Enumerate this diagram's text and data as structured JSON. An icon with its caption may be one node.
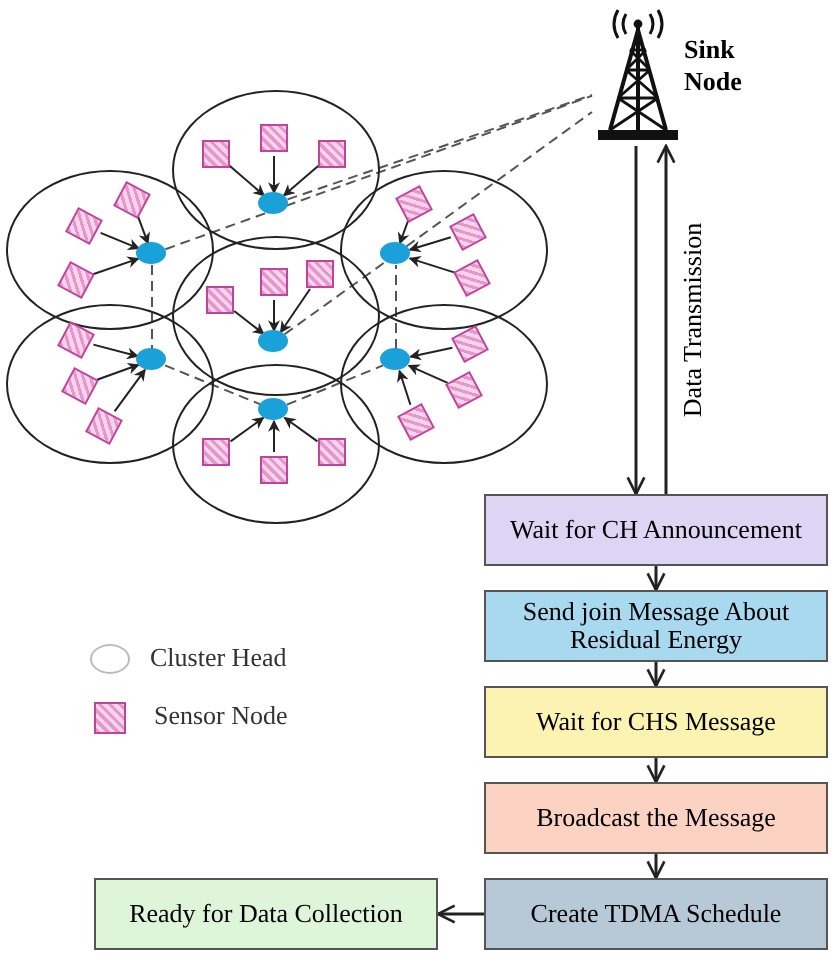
{
  "diagram": {
    "nodes": [
      {
        "text": [],
        "shape": "circle"
      },
      {
        "text": [],
        "shape": "circle",
        "in": 0
      },
      {
        "text": [],
        "shape": "box",
        "in": 0
      },
      {
        "text": [],
        "shape": "box",
        "in": 0
      },
      {
        "text": [],
        "shape": "box",
        "in": 0
      },
      {
        "text": [],
        "shape": "circle"
      },
      {
        "text": [],
        "shape": "circle",
        "in": 5
      },
      {
        "text": [],
        "shape": "box",
        "in": 5
      },
      {
        "text": [],
        "shape": "box",
        "in": 5
      },
      {
        "text": [],
        "shape": "box",
        "in": 5
      },
      {
        "text": [],
        "shape": "circle"
      },
      {
        "text": [],
        "shape": "circle",
        "in": 10
      },
      {
        "text": [],
        "shape": "box",
        "in": 10
      },
      {
        "text": [],
        "shape": "box",
        "in": 10
      },
      {
        "text": [],
        "shape": "box",
        "in": 10
      },
      {
        "text": [],
        "shape": "circle"
      },
      {
        "text": [],
        "shape": "circle",
        "in": 15
      },
      {
        "text": [],
        "shape": "box",
        "in": 15
      },
      {
        "text": [],
        "shape": "box",
        "in": 15
      },
      {
        "text": [],
        "shape": "box",
        "in": 15
      },
      {
        "text": [],
        "shape": "circle"
      },
      {
        "text": [],
        "shape": "circle",
        "in": 20
      },
      {
        "text": [],
        "shape": "box",
        "in": 20
      },
      {
        "text": [],
        "shape": "box",
        "in": 20
      },
      {
        "text": [],
        "shape": "box",
        "in": 20
      },
      {
        "text": [],
        "shape": "circle"
      },
      {
        "text": [],
        "shape": "circle",
        "in": 25
      },
      {
        "text": [],
        "shape": "box",
        "in": 25
      },
      {
        "text": [],
        "shape": "box",
        "in": 25
      },
      {
        "text": [],
        "shape": "box",
        "in": 25
      },
      {
        "text": [],
        "shape": "circle"
      },
      {
        "text": [],
        "shape": "circle",
        "in": 30
      },
      {
        "text": [],
        "shape": "box",
        "in": 30
      },
      {
        "text": [],
        "shape": "box",
        "in": 30
      },
      {
        "text": [],
        "shape": "box",
        "in": 30
      },
      {
        "text": [
          "Sink Node"
        ]
      },
      {
        "text": [
          "Wait for CH Announcement"
        ]
      },
      {
        "text": [
          "Send join Message About Residual Energy"
        ]
      },
      {
        "text": [
          "Wait for CHS Message"
        ]
      },
      {
        "text": [
          "Broadcast the Message"
        ]
      },
      {
        "text": [
          "Create TDMA Schedule"
        ]
      },
      {
        "text": [
          "Ready for Data Collection"
        ]
      }
    ],
    "edges": [
      {
        "from": 2,
        "to": 1,
        "arrow": "to"
      },
      {
        "from": 3,
        "to": 1,
        "arrow": "to"
      },
      {
        "from": 4,
        "to": 1,
        "arrow": "to"
      },
      {
        "from": 7,
        "to": 6,
        "arrow": "to"
      },
      {
        "from": 8,
        "to": 6,
        "arrow": "to"
      },
      {
        "from": 9,
        "to": 6,
        "arrow": "to"
      },
      {
        "from": 12,
        "to": 11,
        "arrow": "to"
      },
      {
        "from": 13,
        "to": 11,
        "arrow": "to"
      },
      {
        "from": 14,
        "to": 11,
        "arrow": "to"
      },
      {
        "from": 17,
        "to": 16,
        "arrow": "to"
      },
      {
        "from": 18,
        "to": 16,
        "arrow": "to"
      },
      {
        "from": 19,
        "to": 16,
        "arrow": "to"
      },
      {
        "from": 22,
        "to": 21,
        "arrow": "to"
      },
      {
        "from": 23,
        "to": 21,
        "arrow": "to"
      },
      {
        "from": 24,
        "to": 21,
        "arrow": "to"
      },
      {
        "from": 27,
        "to": 26,
        "arrow": "to"
      },
      {
        "from": 28,
        "to": 26,
        "arrow": "to"
      },
      {
        "from": 29,
        "to": 26,
        "arrow": "to"
      },
      {
        "from": 32,
        "to": 31,
        "arrow": "to"
      },
      {
        "from": 33,
        "to": 31,
        "arrow": "to"
      },
      {
        "from": 34,
        "to": 31,
        "arrow": "to"
      },
      {
        "from": 6,
        "to": 35,
        "arrow": "none",
        "style": "dashed"
      },
      {
        "from": 1,
        "to": 35,
        "arrow": "none",
        "style": "dashed"
      },
      {
        "from": 11,
        "to": 35,
        "arrow": "none",
        "style": "dashed"
      },
      {
        "from": 16,
        "to": 11,
        "arrow": "none",
        "style": "dashed"
      },
      {
        "from": 6,
        "to": 21,
        "arrow": "none",
        "style": "dashed"
      },
      {
        "from": 21,
        "to": 31,
        "arrow": "none",
        "style": "dashed"
      },
      {
        "from": 31,
        "to": 26,
        "arrow": "none",
        "style": "dashed"
      },
      {
        "from": 26,
        "to": 11,
        "arrow": "none",
        "style": "dashed"
      },
      {
        "from": 35,
        "to": 36,
        "arrow": "to"
      },
      {
        "from": 36,
        "to": 35,
        "arrow": "to",
        "label": "Data Transmission"
      },
      {
        "from": 36,
        "to": 37,
        "arrow": "to"
      },
      {
        "from": 37,
        "to": 38,
        "arrow": "to"
      },
      {
        "from": 38,
        "to": 39,
        "arrow": "to"
      },
      {
        "from": 39,
        "to": 40,
        "arrow": "to"
      },
      {
        "from": 40,
        "to": 41,
        "arrow": "to"
      }
    ],
    "legend": [
      {
        "text": "Cluster Head"
      },
      {
        "text": "Sensor Node"
      }
    ]
  }
}
